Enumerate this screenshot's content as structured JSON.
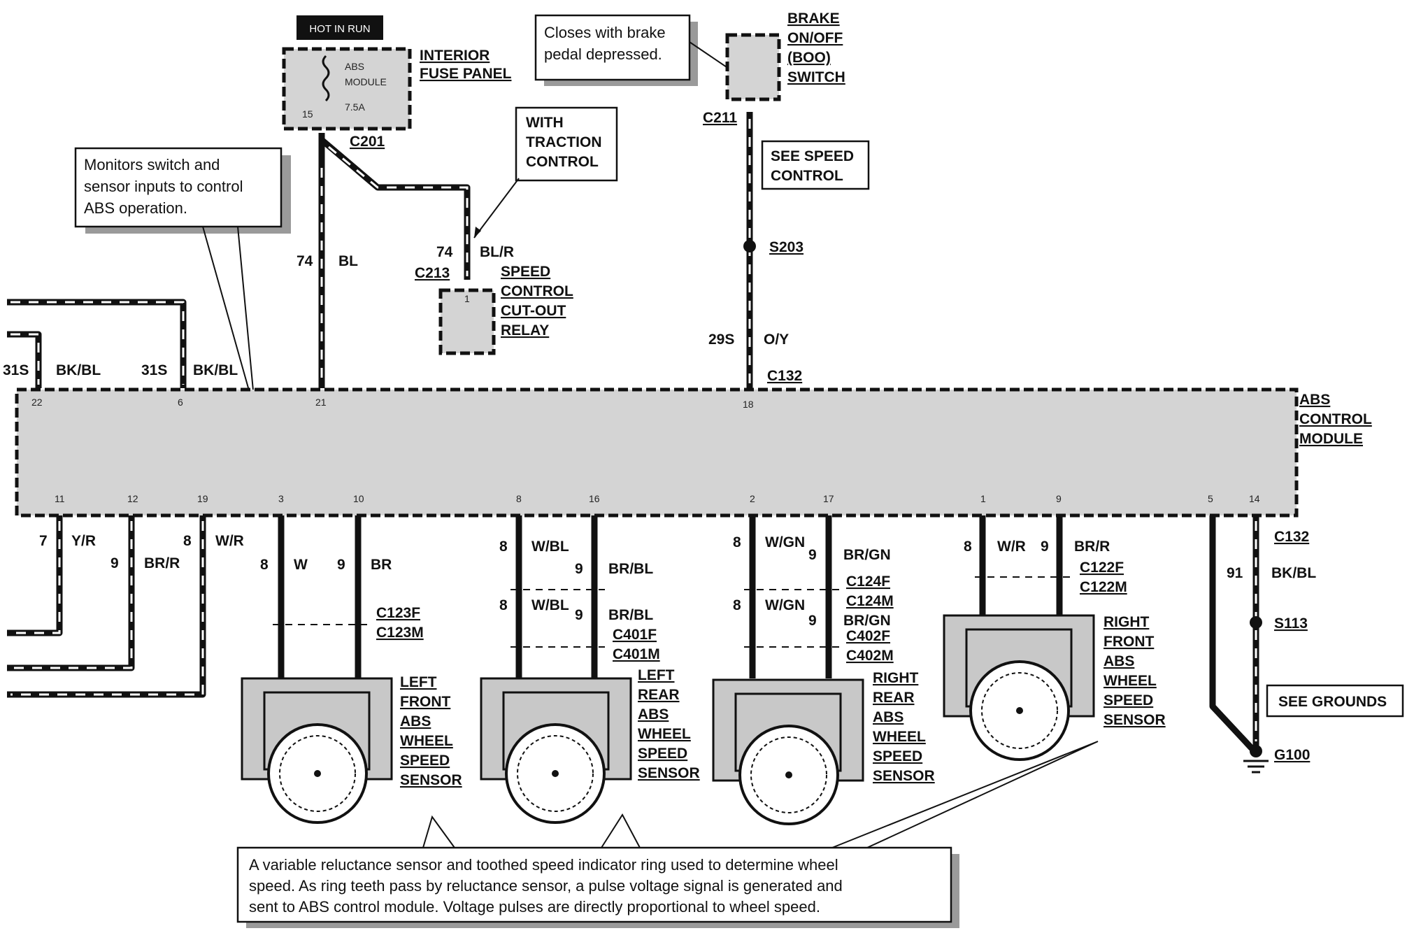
{
  "hot_in_run": "HOT IN RUN",
  "fuse_panel": {
    "lines": [
      "INTERIOR",
      "FUSE PANEL"
    ],
    "fuse_lines": [
      "ABS",
      "MODULE",
      "7.5A"
    ],
    "fuse_pin": "15"
  },
  "notes": {
    "monitors": [
      "Monitors switch and",
      "sensor inputs to control",
      "ABS operation."
    ],
    "brake": [
      "Closes with brake",
      "pedal depressed."
    ],
    "sensor": [
      "A variable reluctance sensor and toothed speed indicator ring used to determine wheel",
      "speed. As ring teeth pass by reluctance sensor, a pulse voltage signal is generated and",
      "sent to ABS control module. Voltage pulses are directly proportional to wheel speed."
    ]
  },
  "boo_switch": [
    "BRAKE",
    "ON/OFF",
    "(BOO)",
    "SWITCH"
  ],
  "traction_box": [
    "WITH",
    "TRACTION",
    "CONTROL"
  ],
  "speed_control_box": [
    "SEE SPEED",
    "CONTROL"
  ],
  "grounds_box": "SEE GROUNDS",
  "relay": {
    "lines": [
      "SPEED",
      "CONTROL",
      "CUT-OUT",
      "RELAY"
    ],
    "pin": "1"
  },
  "module": {
    "lines": [
      "ABS",
      "CONTROL",
      "MODULE"
    ]
  },
  "connectors": {
    "c201": "C201",
    "c211": "C211",
    "c213": "C213",
    "c132_top": "C132",
    "c132_bottom": "C132",
    "s203": "S203",
    "s113": "S113",
    "g100": "G100",
    "c123f": "C123F",
    "c123m": "C123M",
    "c401f": "C401F",
    "c401m": "C401M",
    "c124f": "C124F",
    "c124m": "C124M",
    "c402f": "C402F",
    "c402m": "C402M",
    "c122f": "C122F",
    "c122m": "C122M"
  },
  "wires": {
    "bl_num": "74",
    "bl_color": "BL",
    "blr_num": "74",
    "blr_color": "BL/R",
    "oy_num": "29S",
    "oy_color": "O/Y",
    "bkbl1_num": "31S",
    "bkbl1_color": "BK/BL",
    "bkbl2_num": "31S",
    "bkbl2_color": "BK/BL",
    "yr_num": "7",
    "yr_color": "Y/R",
    "brr_num": "9",
    "brr_color": "BR/R",
    "wr_num": "8",
    "wr_color": "W/R",
    "lf_w_num": "8",
    "lf_w_color": "W",
    "lf_br_num": "9",
    "lf_br_color": "BR",
    "lr_wbl_num": "8",
    "lr_wbl_color": "W/BL",
    "lr_brbl_num": "9",
    "lr_brbl_color": "BR/BL",
    "lr_wbl2_num": "8",
    "lr_wbl2_color": "W/BL",
    "lr_brbl2_num": "9",
    "lr_brbl2_color": "BR/BL",
    "rr_wgn_num": "8",
    "rr_wgn_color": "W/GN",
    "rr_brgn_num": "9",
    "rr_brgn_color": "BR/GN",
    "rr_wgn2_num": "8",
    "rr_wgn2_color": "W/GN",
    "rr_brgn2_num": "9",
    "rr_brgn2_color": "BR/GN",
    "rf_wr_num": "8",
    "rf_wr_color": "W/R",
    "rf_brr_num": "9",
    "rf_brr_color": "BR/R",
    "gnd_num": "91",
    "gnd_color": "BK/BL"
  },
  "pins": {
    "p22": "22",
    "p6": "6",
    "p21": "21",
    "p18": "18",
    "p11": "11",
    "p12": "12",
    "p19": "19",
    "p3": "3",
    "p10": "10",
    "p8": "8",
    "p16": "16",
    "p2": "2",
    "p17": "17",
    "p1": "1",
    "p9": "9",
    "p5": "5",
    "p14": "14"
  },
  "sensors": {
    "lf": [
      "LEFT",
      "FRONT",
      "ABS",
      "WHEEL",
      "SPEED",
      "SENSOR"
    ],
    "lr": [
      "LEFT",
      "REAR",
      "ABS",
      "WHEEL",
      "SPEED",
      "SENSOR"
    ],
    "rr": [
      "RIGHT",
      "REAR",
      "ABS",
      "WHEEL",
      "SPEED",
      "SENSOR"
    ],
    "rf": [
      "RIGHT",
      "FRONT",
      "ABS",
      "WHEEL",
      "SPEED",
      "SENSOR"
    ]
  }
}
